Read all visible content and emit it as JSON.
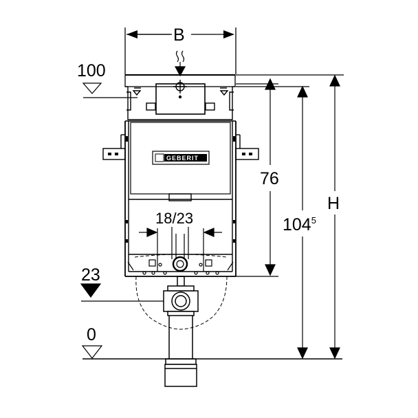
{
  "labels": {
    "width": "B",
    "level_top": "100",
    "level_mid": "23",
    "level_floor": "0",
    "height_76": "76",
    "height_104_base": "104",
    "height_104_sup": "5",
    "height_total": "H",
    "pipe_spacing": "18/23",
    "brand": "GEBERIT"
  }
}
